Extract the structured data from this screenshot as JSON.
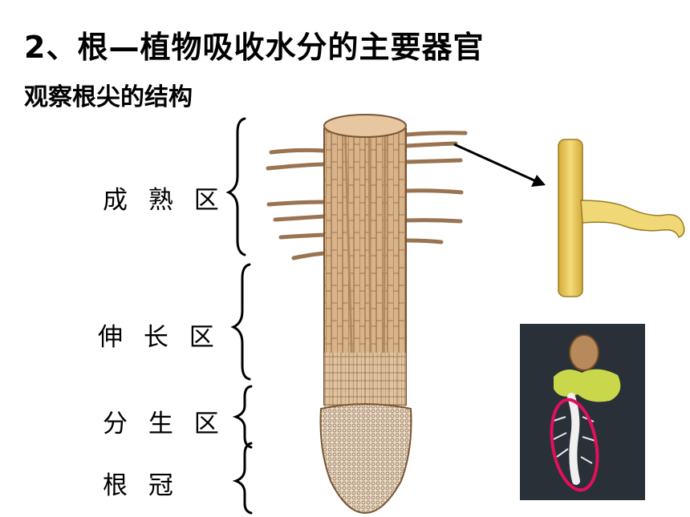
{
  "title": "2、根—植物吸收水分的主要器官",
  "subtitle": "观察根尖的结构",
  "zones": [
    {
      "label": "成 熟 区"
    },
    {
      "label": "伸 长 区"
    },
    {
      "label": "分 生 区"
    },
    {
      "label": "根  冠"
    }
  ],
  "colors": {
    "root_fill": "#d9b48a",
    "root_stroke": "#7a5533",
    "hair_cell": "#e8c85a",
    "photo_bg": "#2a3038",
    "highlight_ellipse": "#e0105a"
  }
}
